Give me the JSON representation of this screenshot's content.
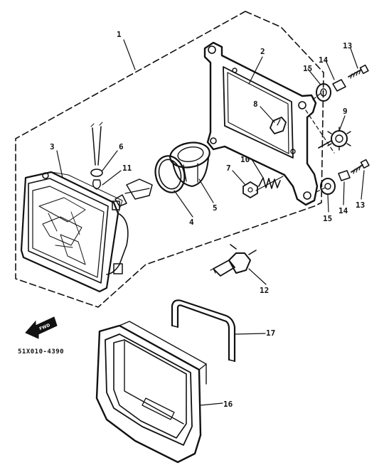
{
  "diagram": {
    "callouts": {
      "p1": "1",
      "p2": "2",
      "p3": "3",
      "p4": "4",
      "p5": "5",
      "p6": "6",
      "p7": "7",
      "p8": "8",
      "p9": "9",
      "p10": "10",
      "p11": "11",
      "p12": "12",
      "p13a": "13",
      "p13b": "13",
      "p14a": "14",
      "p14b": "14",
      "p15a": "15",
      "p15b": "15",
      "p16": "16",
      "p17": "17"
    },
    "drawing_code": "51X010-4390",
    "direction_label": "FWD"
  }
}
